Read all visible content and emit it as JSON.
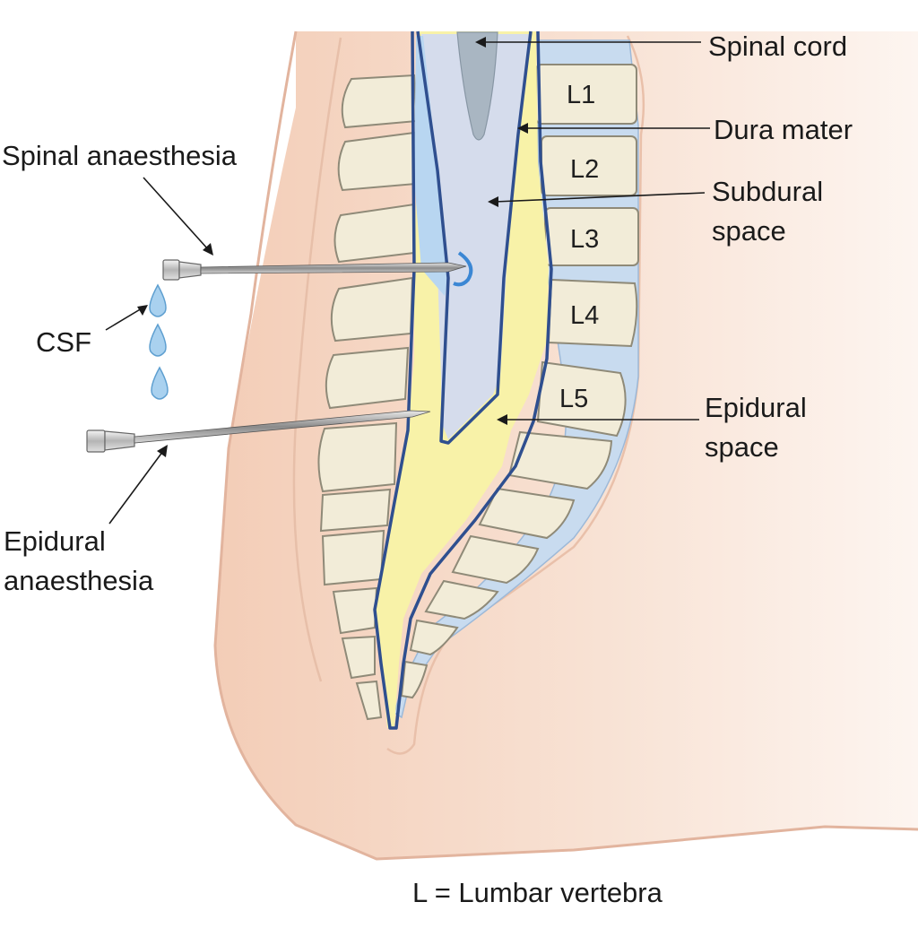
{
  "labels": {
    "spinal_cord": "Spinal cord",
    "dura_mater": "Dura mater",
    "subdural_line1": "Subdural",
    "subdural_line2": "space",
    "epidural_space_line1": "Epidural",
    "epidural_space_line2": "space",
    "spinal_anaesthesia": "Spinal anaesthesia",
    "csf": "CSF",
    "epidural_anaesthesia_line1": "Epidural",
    "epidural_anaesthesia_line2": "anaesthesia"
  },
  "vertebrae": [
    "L1",
    "L2",
    "L3",
    "L4",
    "L5"
  ],
  "legend": "L = Lumbar vertebra",
  "colors": {
    "skin": "#f6d8c6",
    "skin_edge": "#e6b7a0",
    "bone": "#f2ecd8",
    "bone_edge": "#8f8a78",
    "disc": "#bcd3ec",
    "dura": "#2f4f8f",
    "subdural": "#d5dcec",
    "epidural": "#f8f2a8",
    "cord": "#a9b6c2",
    "csf_drop": "#9ecbea"
  }
}
